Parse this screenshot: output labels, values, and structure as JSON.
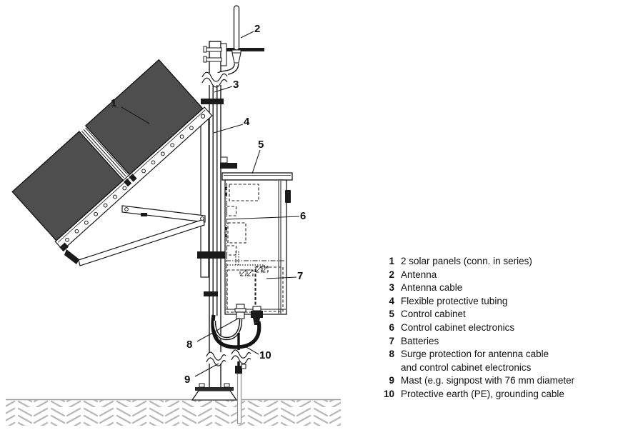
{
  "callouts": {
    "c1": "1",
    "c2": "2",
    "c3": "3",
    "c4": "4",
    "c5": "5",
    "c6": "6",
    "c7": "7",
    "c8": "8",
    "c9": "9",
    "c10": "10"
  },
  "legend": {
    "items": [
      {
        "number": "1",
        "text": "2 solar panels (conn. in series)"
      },
      {
        "number": "2",
        "text": "Antenna"
      },
      {
        "number": "3",
        "text": "Antenna cable"
      },
      {
        "number": "4",
        "text": "Flexible protective tubing"
      },
      {
        "number": "5",
        "text": "Control cabinet"
      },
      {
        "number": "6",
        "text": "Control cabinet electronics"
      },
      {
        "number": "7",
        "text": "Batteries"
      },
      {
        "number": "8",
        "text": "Surge protection for antenna cable"
      },
      {
        "number": "",
        "text": "and control cabinet electronics"
      },
      {
        "number": "9",
        "text": "Mast (e.g. signpost with 76 mm diameter"
      },
      {
        "number": "10",
        "text": "Protective earth (PE), grounding cable"
      }
    ]
  },
  "colors": {
    "panel_fill": "#4e4e4e",
    "hatch_stroke": "#b9b9b9",
    "ground_line": "#9a9a9a",
    "line": "#1a1a1a"
  }
}
